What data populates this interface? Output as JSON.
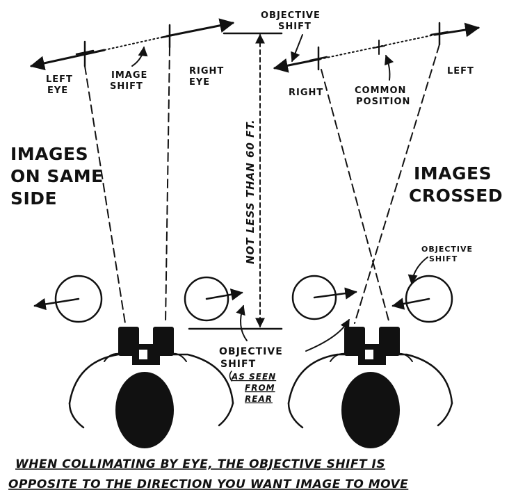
{
  "labels": {
    "objective_shift_top": [
      "OBJECTIVE",
      "SHIFT"
    ],
    "left_eye": [
      "LEFT",
      "EYE"
    ],
    "image_shift": [
      "IMAGE",
      "SHIFT"
    ],
    "right_eye": [
      "RIGHT",
      "EYE"
    ],
    "right": "RIGHT",
    "left": "LEFT",
    "common_position": [
      "COMMON",
      "POSITION"
    ],
    "distance": "NOT LESS THAN 60 FT.",
    "images_same_side": [
      "IMAGES",
      "ON SAME",
      "SIDE"
    ],
    "images_crossed": [
      "IMAGES",
      "CROSSED"
    ],
    "objective_shift_right": [
      "OBJECTIVE",
      "SHIFT"
    ],
    "objective_shift_bottom": [
      "OBJECTIVE",
      "SHIFT"
    ],
    "as_seen_from_rear": [
      "AS SEEN",
      "FROM",
      "REAR"
    ]
  },
  "caption": [
    "WHEN COLLIMATING BY EYE, THE OBJECTIVE SHIFT IS",
    "OPPOSITE TO THE DIRECTION YOU WANT IMAGE TO MOVE"
  ],
  "colors": {
    "ink": "#111111",
    "paper": "#ffffff"
  }
}
